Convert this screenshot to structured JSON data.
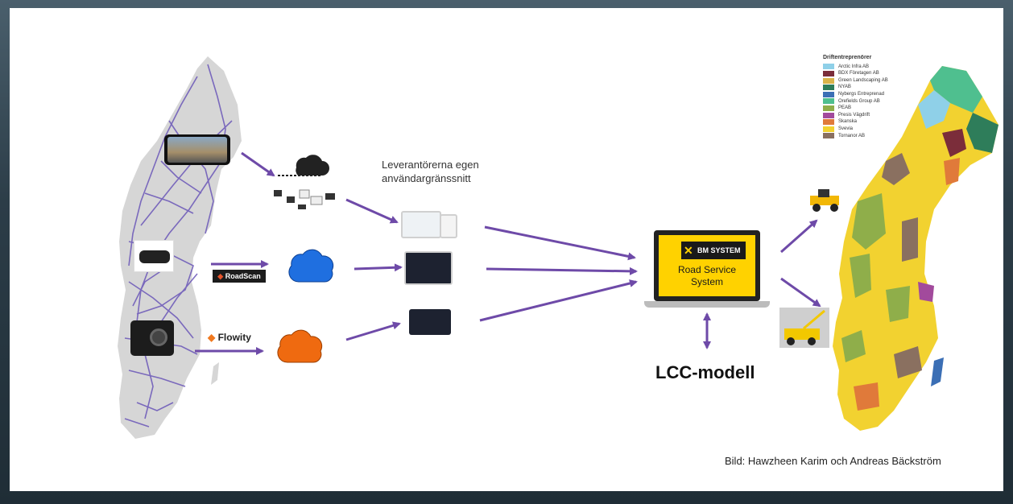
{
  "texts": {
    "leverantor_line1": "Leverantörerna egen",
    "leverantor_line2": "användargränssnitt",
    "bm_system": "BM SYSTEM",
    "road_service_line1": "Road Service",
    "road_service_line2": "System",
    "lcc": "LCC-modell",
    "caption": "Bild: Hawzheen  Karim och Andreas Bäckström",
    "roadscan": "RoadScan",
    "flowity": "Flowity"
  },
  "legend": {
    "title": "Driftentreprenörer",
    "items": [
      {
        "label": "Arctic Infra AB",
        "color": "#8fd0e8"
      },
      {
        "label": "BDX Företagen AB",
        "color": "#7b2d3a"
      },
      {
        "label": "Green Landscaping AB",
        "color": "#d9b44a"
      },
      {
        "label": "NYAB",
        "color": "#2e7d5a"
      },
      {
        "label": "Nybergs Entreprenad",
        "color": "#3b6fb5"
      },
      {
        "label": "Orefields Group AB",
        "color": "#4fbf8f"
      },
      {
        "label": "PEAB",
        "color": "#8fae4a"
      },
      {
        "label": "Presis Vägdrift",
        "color": "#a24a9c"
      },
      {
        "label": "Skanska",
        "color": "#e07a3a"
      },
      {
        "label": "Svevia",
        "color": "#f2d230"
      },
      {
        "label": "Tornanor AB",
        "color": "#8a7060"
      }
    ]
  },
  "colors": {
    "arrow": "#6e4aa8",
    "cloud_blue": "#1f6fe0",
    "cloud_orange": "#ef6a10",
    "bm_yellow": "#ffd200",
    "map_grey": "#d6d6d6",
    "road_purple": "#6a56b8"
  }
}
